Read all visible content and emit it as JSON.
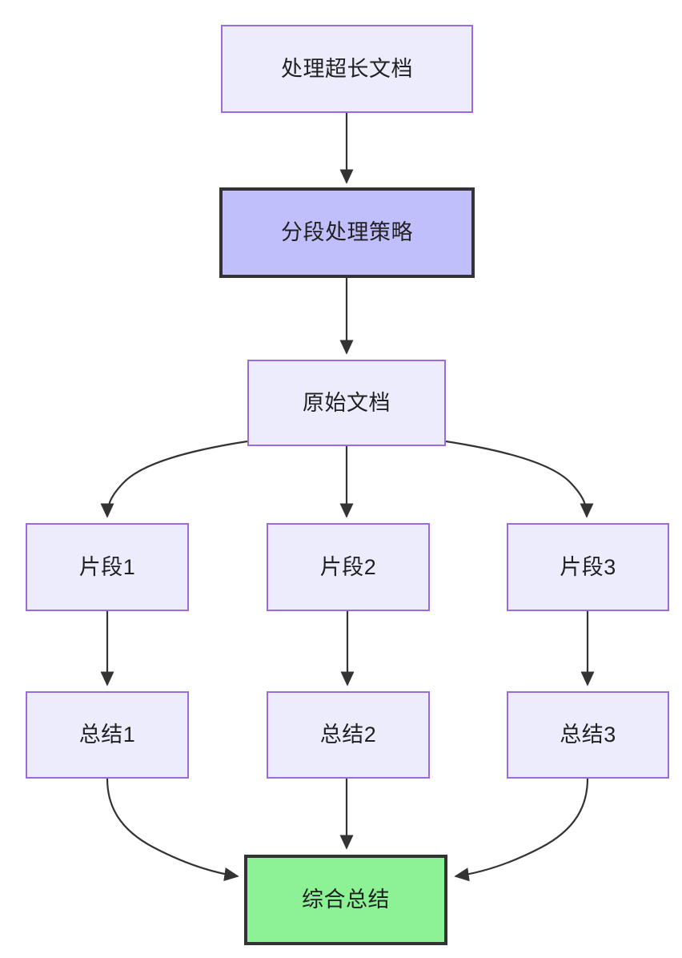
{
  "diagram": {
    "type": "flowchart",
    "direction": "top-down",
    "title": "处理超长文档",
    "background": "#ffffff",
    "styles": {
      "plain_fill": "#ececfd",
      "plain_stroke": "#9a6ade",
      "emphasis_fill": "#c1bffb",
      "emphasis_stroke": "#333333",
      "done_fill": "#8df295",
      "done_stroke": "#333333",
      "edge_stroke": "#333333",
      "text_color": "#1f2020"
    },
    "nodes": [
      {
        "id": "start",
        "label": "处理超长文档",
        "style": "plain"
      },
      {
        "id": "strategy",
        "label": "分段处理策略",
        "style": "emphasis"
      },
      {
        "id": "source",
        "label": "原始文档",
        "style": "plain"
      },
      {
        "id": "seg1",
        "label": "片段1",
        "style": "plain"
      },
      {
        "id": "seg2",
        "label": "片段2",
        "style": "plain"
      },
      {
        "id": "seg3",
        "label": "片段3",
        "style": "plain"
      },
      {
        "id": "sum1",
        "label": "总结1",
        "style": "plain"
      },
      {
        "id": "sum2",
        "label": "总结2",
        "style": "plain"
      },
      {
        "id": "sum3",
        "label": "总结3",
        "style": "plain"
      },
      {
        "id": "final",
        "label": "综合总结",
        "style": "done"
      }
    ],
    "edges": [
      {
        "from": "start",
        "to": "strategy",
        "shape": "straight"
      },
      {
        "from": "strategy",
        "to": "source",
        "shape": "straight"
      },
      {
        "from": "source",
        "to": "seg1",
        "shape": "curve"
      },
      {
        "from": "source",
        "to": "seg2",
        "shape": "straight"
      },
      {
        "from": "source",
        "to": "seg3",
        "shape": "curve"
      },
      {
        "from": "seg1",
        "to": "sum1",
        "shape": "straight"
      },
      {
        "from": "seg2",
        "to": "sum2",
        "shape": "straight"
      },
      {
        "from": "seg3",
        "to": "sum3",
        "shape": "straight"
      },
      {
        "from": "sum1",
        "to": "final",
        "shape": "curve"
      },
      {
        "from": "sum2",
        "to": "final",
        "shape": "straight"
      },
      {
        "from": "sum3",
        "to": "final",
        "shape": "curve"
      }
    ]
  }
}
